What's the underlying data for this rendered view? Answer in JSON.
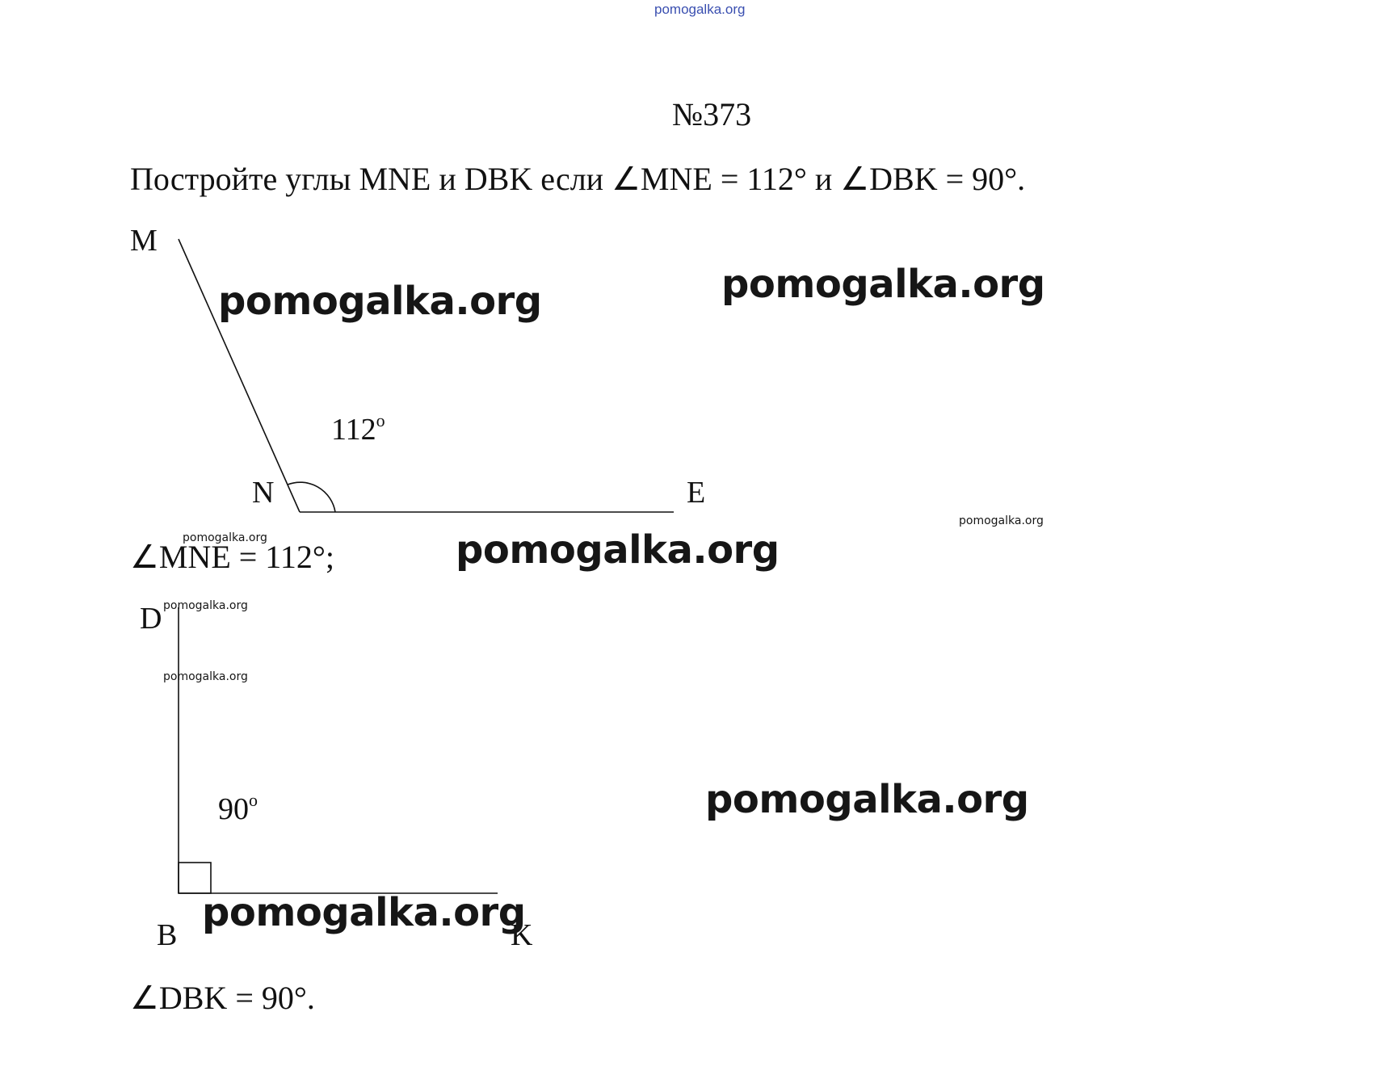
{
  "header": {
    "site_link": "pomogalka.org"
  },
  "problem": {
    "number": "№373",
    "statement": "Постройте углы MNE и DBK если ∠MNE = 112° и ∠DBK = 90°."
  },
  "figure1": {
    "points": {
      "M": "M",
      "N": "N",
      "E": "E"
    },
    "angle_value": "112",
    "angle_degree_mark": "o",
    "answer": "∠MNE = 112°;"
  },
  "figure2": {
    "points": {
      "D": "D",
      "B": "B",
      "K": "K"
    },
    "angle_value": "90",
    "angle_degree_mark": "o",
    "answer": "∠DBK = 90°."
  },
  "watermark": {
    "text": "pomogalka.org"
  }
}
